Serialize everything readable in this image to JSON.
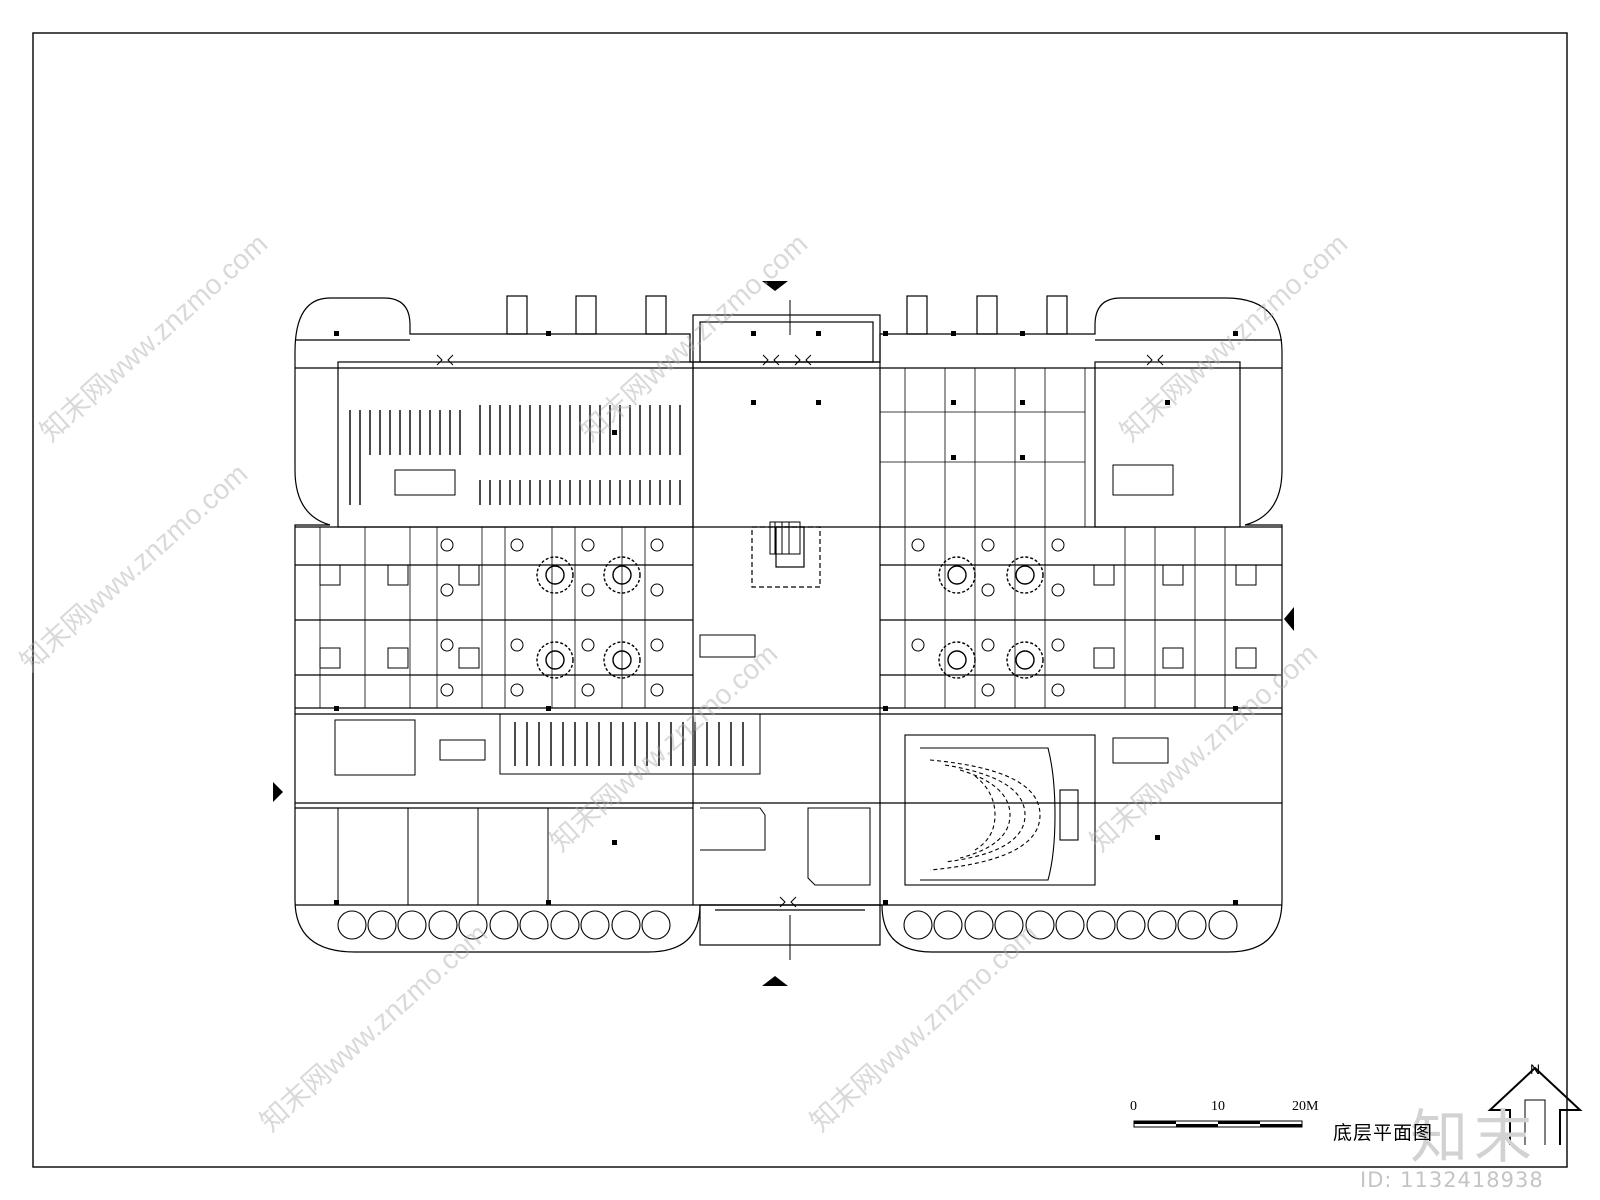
{
  "drawing": {
    "title": "底层平面图",
    "scale_labels": [
      "0",
      "10",
      "20M"
    ],
    "north_label": "N",
    "id_text": "ID: 1132418938",
    "logo_text": "知末"
  },
  "watermark": {
    "text": "知末网www.znzmo.com"
  },
  "colors": {
    "line": "#000000",
    "background": "#ffffff",
    "watermark": "#aaaaaa"
  }
}
